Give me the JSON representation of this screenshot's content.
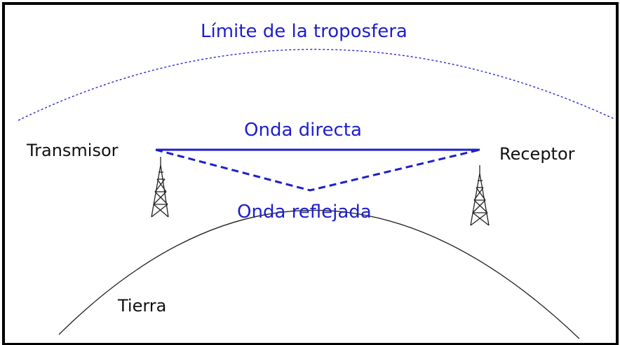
{
  "labels": {
    "troposphere": "Límite de la troposfera",
    "direct_wave": "Onda directa",
    "reflected_wave": "Onda reflejada",
    "transmitter": "Transmisor",
    "receiver": "Receptor",
    "earth": "Tierra"
  },
  "colors": {
    "wave": "#1e1ecc",
    "earth_line": "#222222",
    "tower": "#222222"
  },
  "icons": {
    "transmitter_tower": "antenna-tower-icon",
    "receiver_tower": "antenna-tower-icon"
  }
}
